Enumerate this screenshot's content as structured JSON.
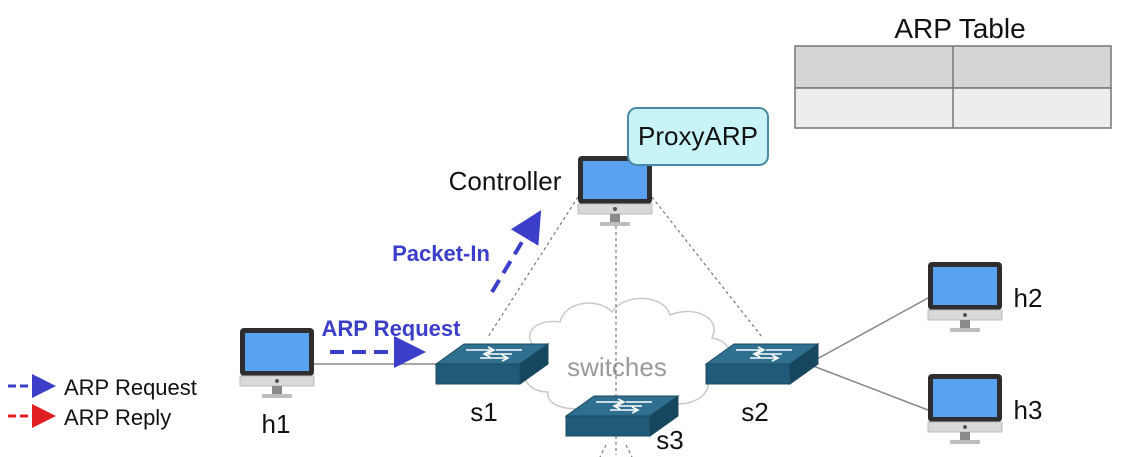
{
  "arp_table": {
    "title": "ARP Table",
    "rows": [
      [
        "",
        ""
      ],
      [
        "",
        ""
      ]
    ]
  },
  "nodes": {
    "controller": "Controller",
    "proxy_app": "ProxyARP",
    "cloud": "switches",
    "h1": "h1",
    "h2": "h2",
    "h3": "h3",
    "s1": "s1",
    "s2": "s2",
    "s3": "s3"
  },
  "arrows": {
    "packet_in": "Packet-In",
    "arp_request": "ARP Request"
  },
  "legend": {
    "items": [
      {
        "label": "ARP Request",
        "color": "#3a3ec8"
      },
      {
        "label": "ARP Reply",
        "color": "#e02020"
      }
    ]
  },
  "colors": {
    "request": "#3a3ec8",
    "reply": "#e02020",
    "switch": "#1f5a78",
    "screen": "#5aa2ef",
    "proxy_bg": "#c9f4f7",
    "proxy_border": "#4a8aa5",
    "table_header": "#d6d6d6",
    "table_body": "#ededed"
  }
}
